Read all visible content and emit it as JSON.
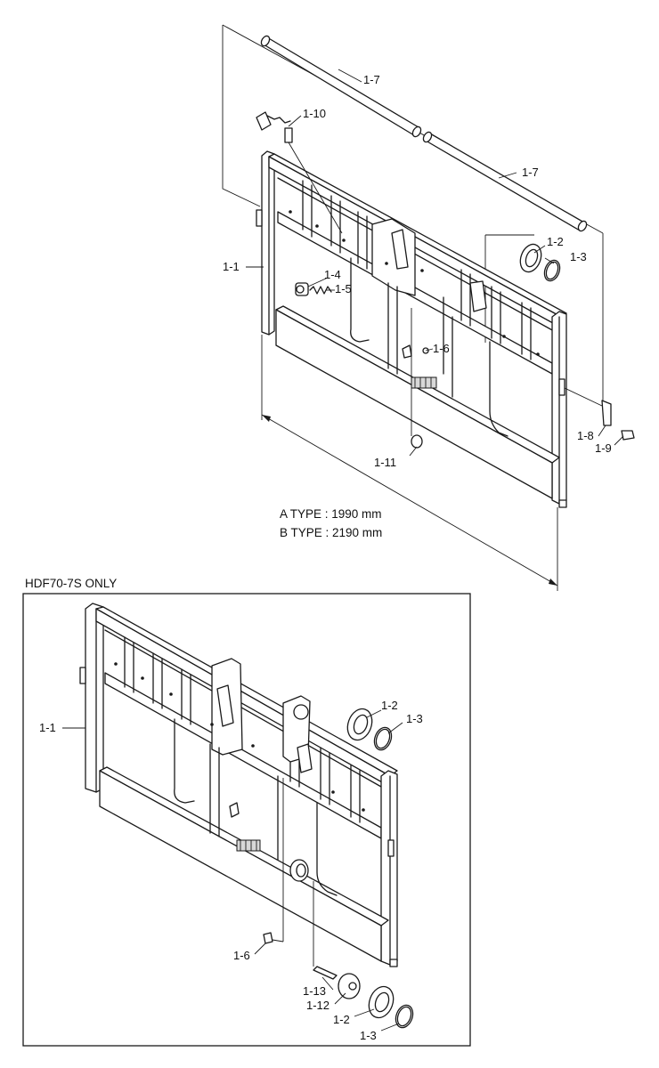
{
  "dimension_notes": {
    "a_type": "A TYPE : 1990 mm",
    "b_type": "B TYPE : 2190 mm"
  },
  "inset": {
    "title": "HDF70-7S ONLY"
  },
  "callouts_top": {
    "c1_1": "1-1",
    "c1_2": "1-2",
    "c1_3": "1-3",
    "c1_4": "1-4",
    "c1_5": "1-5",
    "c1_6": "1-6",
    "c1_7a": "1-7",
    "c1_7b": "1-7",
    "c1_8": "1-8",
    "c1_9": "1-9",
    "c1_10": "1-10",
    "c1_11": "1-11"
  },
  "callouts_inset": {
    "c1_1": "1-1",
    "c1_2a": "1-2",
    "c1_3a": "1-3",
    "c1_6": "1-6",
    "c1_13": "1-13",
    "c1_12": "1-12",
    "c1_2b": "1-2",
    "c1_3b": "1-3"
  }
}
